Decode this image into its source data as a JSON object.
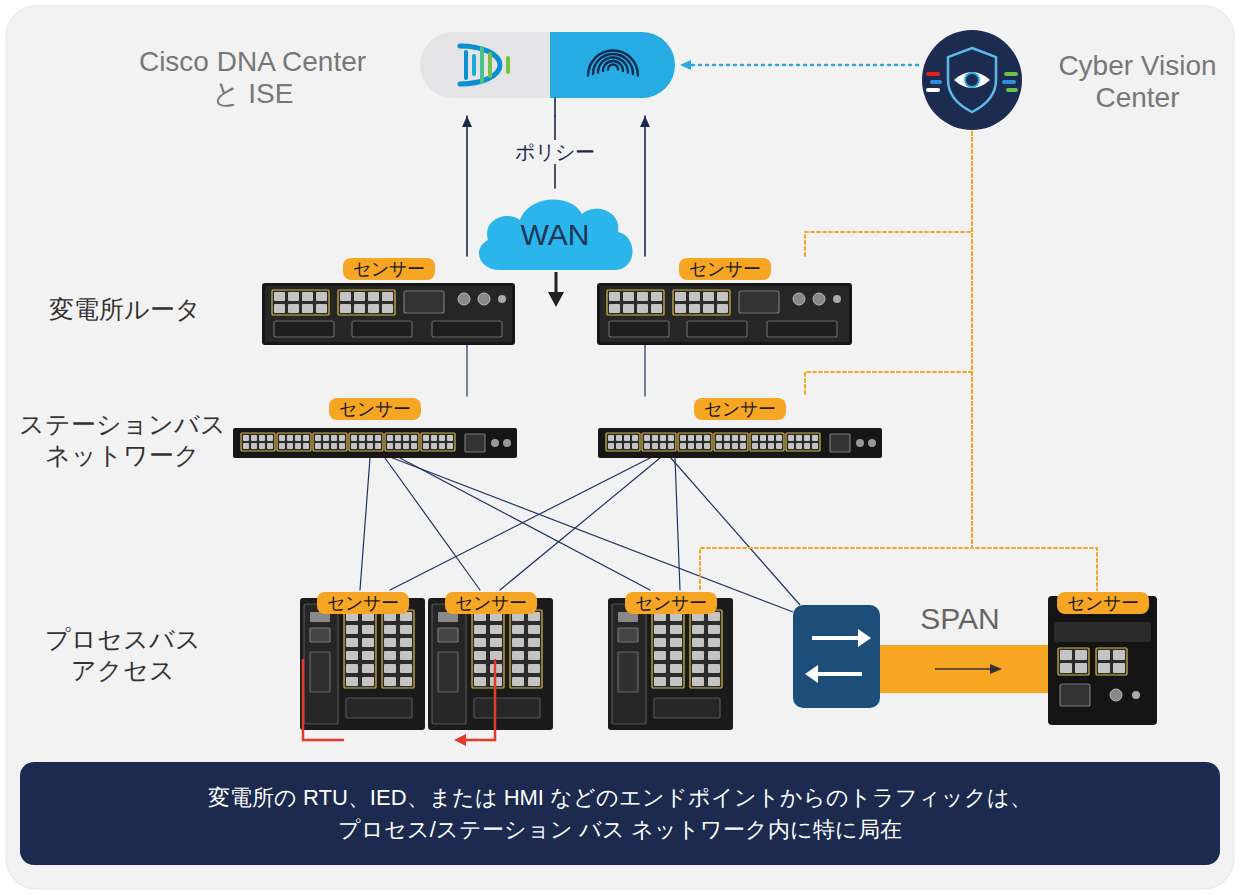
{
  "diagram": {
    "nodes": [
      {
        "text": [
          "Cisco DNA Center と ISE"
        ]
      },
      {
        "text": [
          "Cyber Vision Center"
        ]
      },
      {
        "text": [
          "WAN"
        ]
      },
      {
        "text": [
          "センサー"
        ]
      },
      {
        "text": [
          "センサー"
        ]
      },
      {
        "text": [
          "センサー"
        ]
      },
      {
        "text": [
          "センサー"
        ]
      },
      {
        "text": [
          "センサー"
        ]
      },
      {
        "text": [
          "センサー"
        ]
      },
      {
        "text": [
          "センサー"
        ]
      },
      {
        "text": [
          "センサー"
        ]
      },
      {
        "text": [
          "変電所の RTU、IED、または HMI などのエンドポイントからのトラフィックは、 プロセス/ステーション バス ネットワーク内に特に局在"
        ]
      }
    ],
    "edges": [
      {
        "from": 1,
        "to": 0,
        "arrow": "to"
      },
      {
        "from": 0,
        "to": 2,
        "label": "ポリシー",
        "arrow": "none"
      },
      {
        "from": 3,
        "to": 0,
        "arrow": "to"
      },
      {
        "from": 4,
        "to": 0,
        "arrow": "to"
      },
      {
        "from": 3,
        "to": 5,
        "arrow": "none"
      },
      {
        "from": 4,
        "to": 6,
        "arrow": "none"
      },
      {
        "from": 5,
        "to": 7,
        "arrow": "none"
      },
      {
        "from": 5,
        "to": 8,
        "arrow": "none"
      },
      {
        "from": 5,
        "to": 9,
        "arrow": "none"
      },
      {
        "from": 6,
        "to": 7,
        "arrow": "none"
      },
      {
        "from": 6,
        "to": 8,
        "arrow": "none"
      },
      {
        "from": 6,
        "to": 9,
        "arrow": "none"
      },
      {
        "from": 1,
        "to": 4,
        "arrow": "none"
      },
      {
        "from": 1,
        "to": 6,
        "arrow": "none"
      },
      {
        "from": 1,
        "to": 9,
        "arrow": "none"
      },
      {
        "from": 1,
        "to": 10,
        "arrow": "none"
      }
    ],
    "labels": [
      "変電所ルータ",
      "ステーションバス ネットワーク",
      "プロセスバス アクセス",
      "SPAN"
    ]
  }
}
